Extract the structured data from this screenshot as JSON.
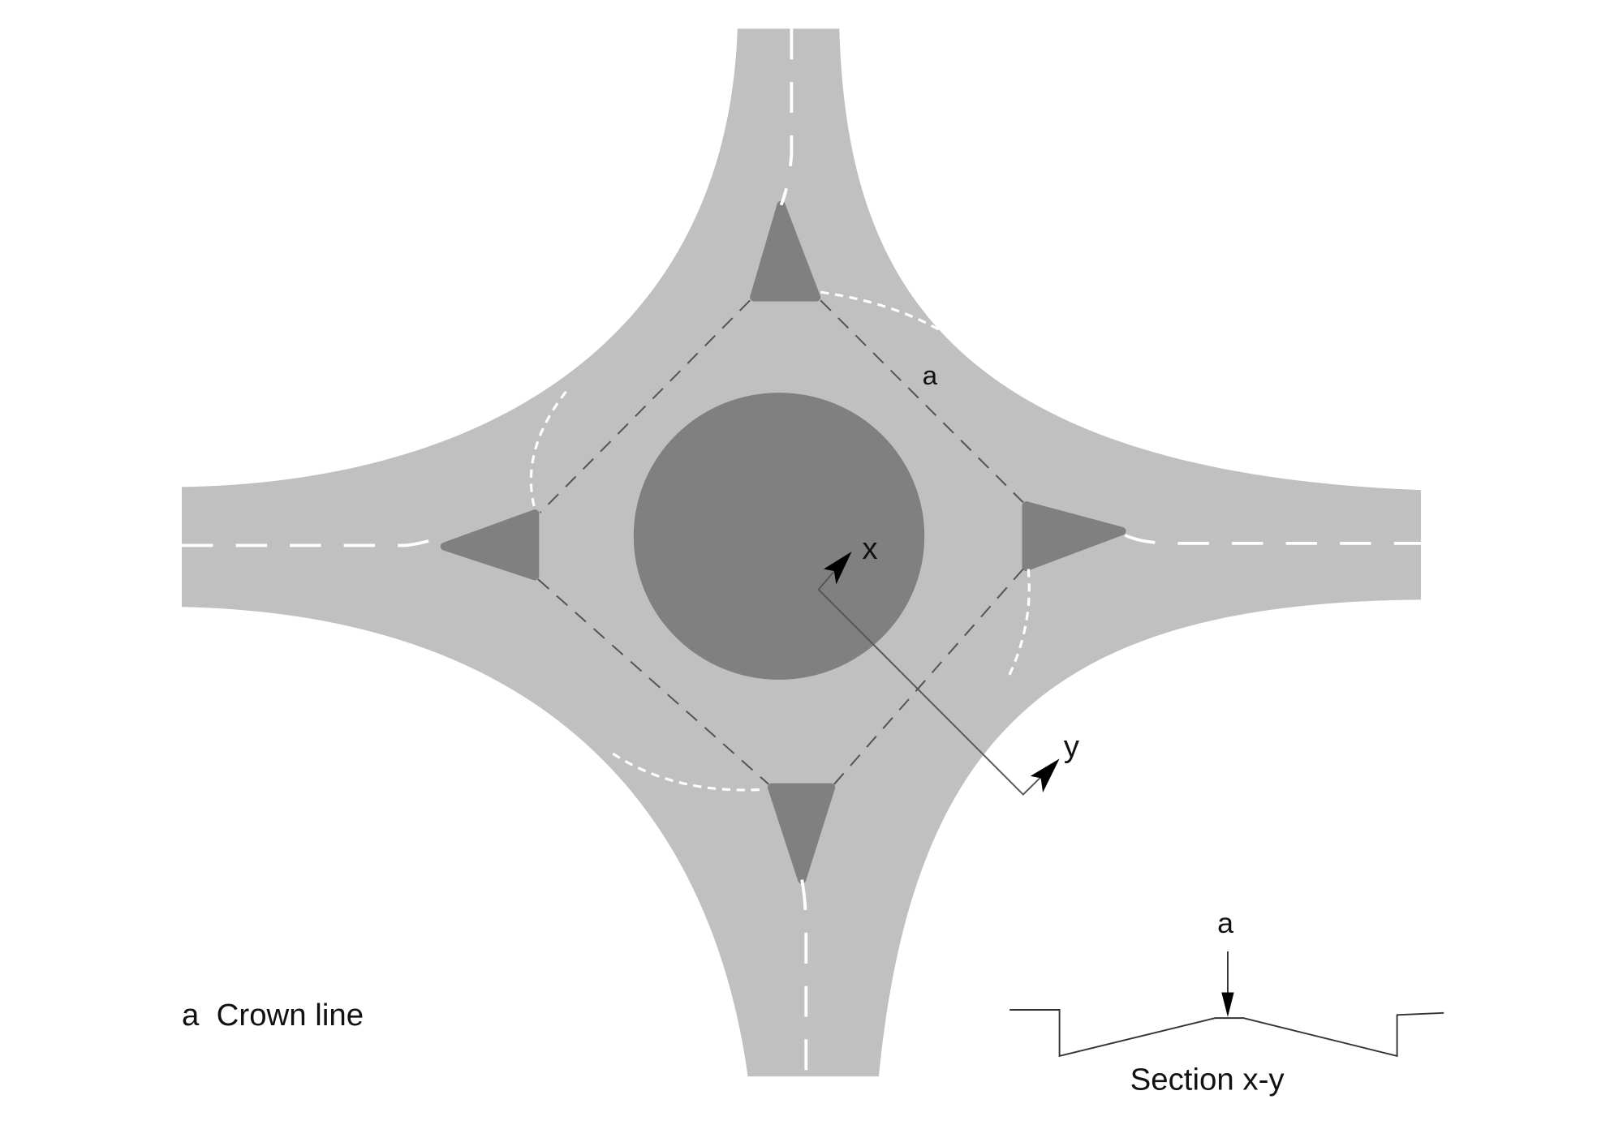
{
  "labels": {
    "crown_marker": "a",
    "axis_x": "x",
    "axis_y": "y",
    "section_marker": "a",
    "section_title": "Section x-y",
    "legend": "a  Crown line"
  },
  "colors": {
    "road": "#c0c0c0",
    "island": "#808080",
    "marking": "#ffffff",
    "crown_line": "#555555"
  }
}
